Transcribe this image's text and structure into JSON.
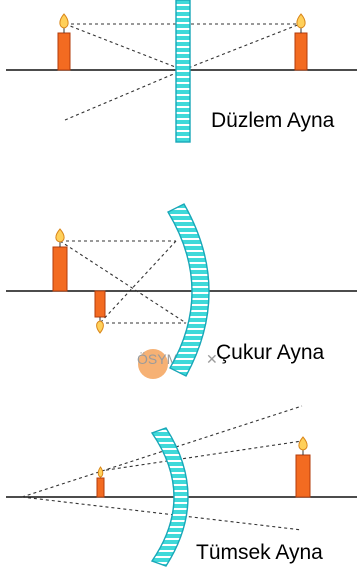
{
  "panels": [
    {
      "key": "plane",
      "label": "Düzlem Ayna"
    },
    {
      "key": "concave",
      "label": "Çukur Ayna"
    },
    {
      "key": "convex",
      "label": "Tümsek Ayna"
    }
  ],
  "watermark": {
    "text": "ÖSYM"
  },
  "colors": {
    "mirror_fill": "#3fd9d9",
    "mirror_edge": "#1aa7b8",
    "candle": "#f36b21",
    "candle_edge": "#b33b0a",
    "flame": "#ffd05a",
    "watermark_circle": "#f5a35c",
    "axis": "#111111",
    "rays": "#333333"
  }
}
